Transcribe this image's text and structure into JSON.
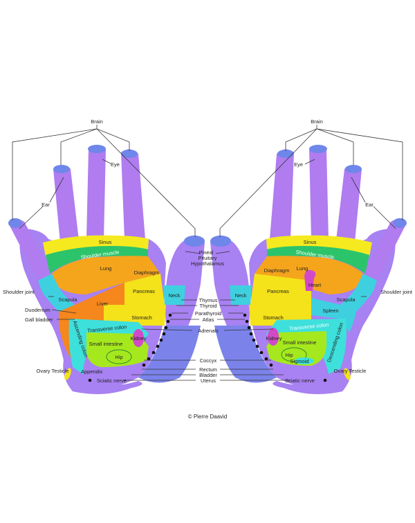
{
  "labels": {
    "brain": "Brain",
    "eye": "Eye",
    "ear": "Ear",
    "sinus": "Sinus",
    "shoulder_muscle": "Shoulder muscle",
    "lung": "Lung",
    "diaphragm": "Diaphragm",
    "shoulder_joint": "Shoulder joint",
    "scapula": "Scapula",
    "liver": "Liver",
    "pancreas": "Pancreas",
    "heart": "Heart",
    "spleen": "Spleen",
    "neck": "Neck",
    "duodenum": "Duodenum",
    "gall_bladder": "Gall bladder",
    "stomach": "Stomach",
    "transverse_colon_left": "Transverse colon",
    "transverse_colon_right": "Transverse colon",
    "ascending_colon": "Ascending colon",
    "descending_colon": "Descending colon",
    "small_intestine": "Small intestine",
    "kidney": "Kidney",
    "hip": "Hip",
    "sigmoid": "Sigmoid",
    "appendix": "Appendix",
    "ovary_testicle": "Ovary Testicle",
    "sciatic_nerve": "Sciatic nerve",
    "pineal": "Pineal",
    "pituitary": "Pituitary",
    "hypothalamus": "Hypothalamus",
    "thymus": "Thymus",
    "thyroid": "Thyroid",
    "parathyroid": "Parathyroid",
    "atlas": "Atlas",
    "adrenals": "Adrenals",
    "coccyx": "Coccyx",
    "rectum": "Rectum",
    "bladder": "Bladder",
    "uterus": "Uterus"
  },
  "copyright": "© Pierre Daavid",
  "colors": {
    "fingers": "#b07cf0",
    "fingertips": "#6f86ea",
    "sinus": "#f5ea1f",
    "shoulder": "#2cc46a",
    "lung": "#f5a51c",
    "liver": "#f5871c",
    "pancreas": "#f4e21a",
    "stomach": "#f4e21a",
    "colon": "#3ee0dc",
    "small_intestine": "#a6e81e",
    "hip": "#a6e81e",
    "kidney": "#d24ac8",
    "scapula": "#3fd0e0",
    "neck": "#3fd0e0",
    "palm": "#a881f2",
    "thumb_base": "#7b83ea"
  }
}
